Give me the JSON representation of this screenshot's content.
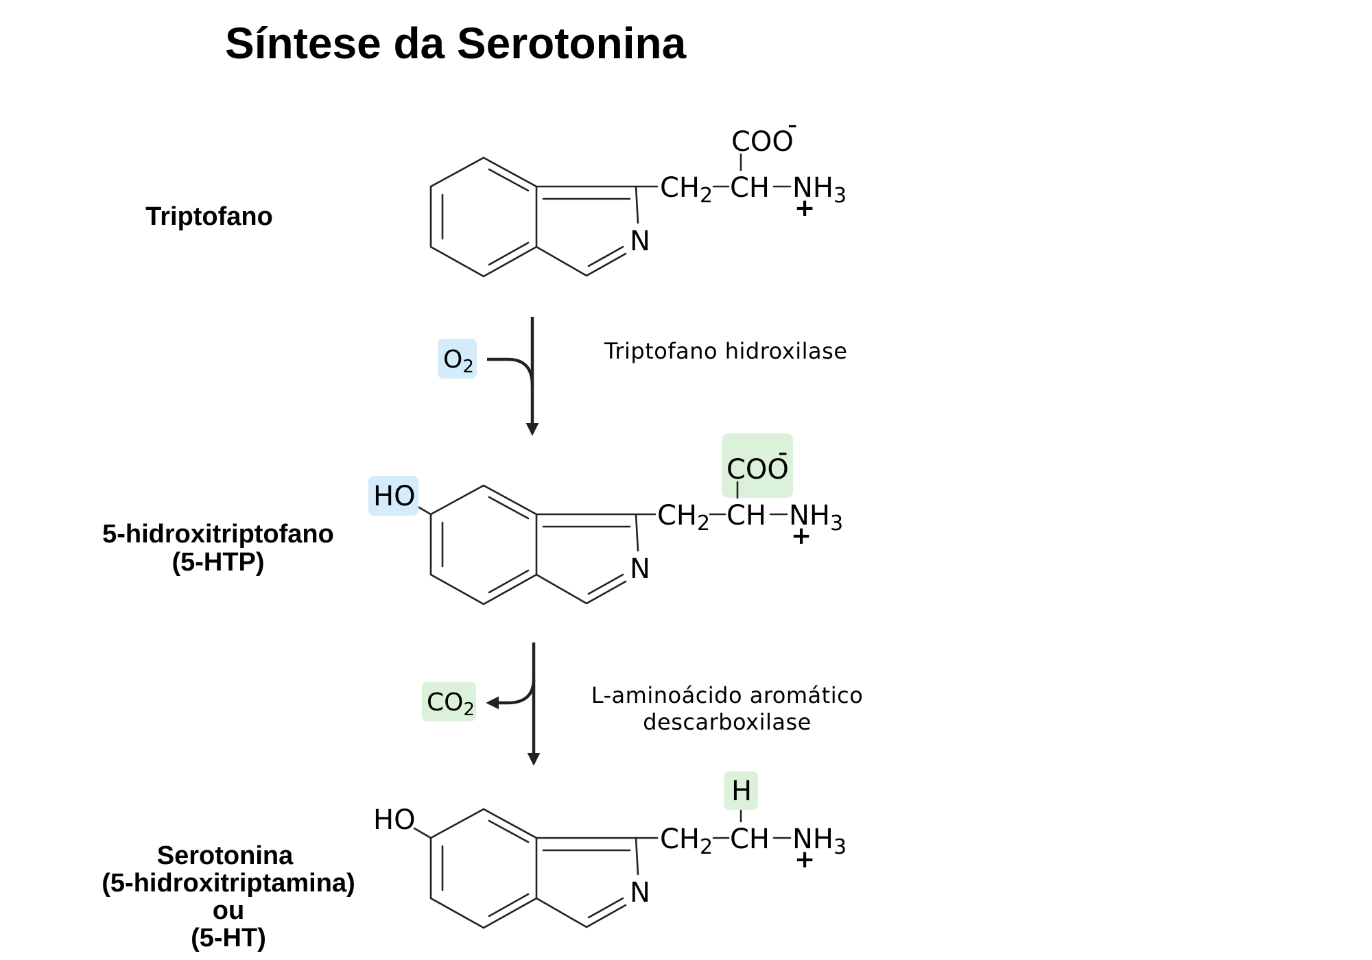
{
  "title": "Síntese da Serotonina",
  "colors": {
    "blue_highlight": "#d3ebfa",
    "green_highlight": "#dcf1d9",
    "ink": "#222222"
  },
  "compounds": [
    {
      "name_lines": [
        "Triptofano"
      ],
      "substituent": "",
      "top_group": "COO",
      "top_group_charge": "-",
      "chain": {
        "ch2": "CH",
        "ch2_sub": "2",
        "ch": "CH",
        "nh3": "NH",
        "nh3_sub": "3",
        "charge": "+"
      },
      "ring_n": "N"
    },
    {
      "name_lines": [
        "5-hidroxitriptofano",
        "(5-HTP)"
      ],
      "substituent": "HO",
      "top_group": "COO",
      "top_group_charge": "-",
      "chain": {
        "ch2": "CH",
        "ch2_sub": "2",
        "ch": "CH",
        "nh3": "NH",
        "nh3_sub": "3",
        "charge": "+"
      },
      "ring_n": "N"
    },
    {
      "name_lines": [
        "Serotonina",
        "(5-hidroxitriptamina)",
        "ou",
        "(5-HT)"
      ],
      "substituent": "HO",
      "top_group": "H",
      "top_group_charge": "",
      "chain": {
        "ch2": "CH",
        "ch2_sub": "2",
        "ch": "CH",
        "nh3": "NH",
        "nh3_sub": "3",
        "charge": "+"
      },
      "ring_n": "N"
    }
  ],
  "reactions": [
    {
      "cofactor": "O",
      "cofactor_sub": "2",
      "cofactor_direction": "in",
      "enzyme_lines": [
        "Triptofano hidroxilase"
      ]
    },
    {
      "cofactor": "CO",
      "cofactor_sub": "2",
      "cofactor_direction": "out",
      "enzyme_lines": [
        "L-aminoácido aromático",
        "descarboxilase"
      ]
    }
  ]
}
